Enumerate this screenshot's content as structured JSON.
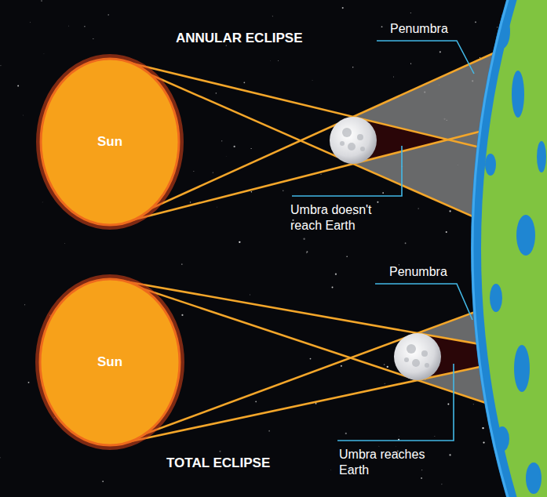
{
  "diagram": {
    "nodes": [
      {
        "text": [
          "Sun"
        ]
      },
      {
        "text": [
          "Sun"
        ]
      }
    ],
    "labels": [
      "ANNULAR ECLIPSE",
      "Penumbra",
      "Umbra doesn't reach Earth",
      "Penumbra",
      "Umbra reaches Earth",
      "TOTAL ECLIPSE"
    ]
  }
}
